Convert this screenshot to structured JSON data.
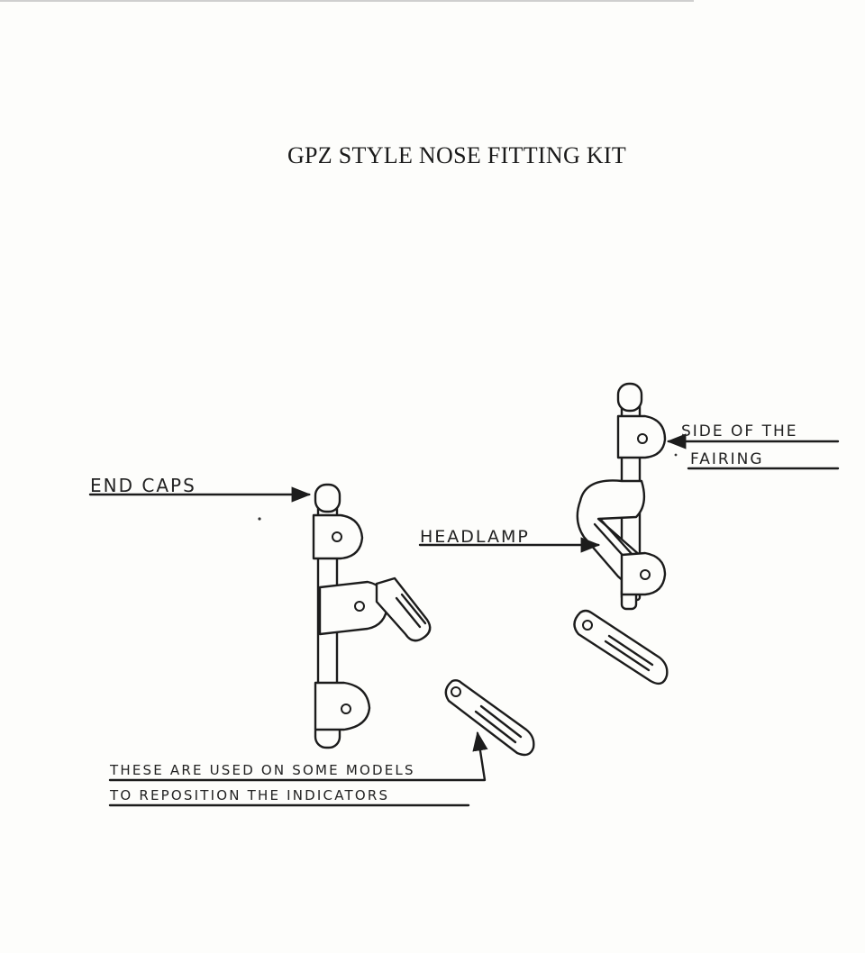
{
  "diagram": {
    "title": "GPZ STYLE NOSE FITTING KIT",
    "labels": {
      "end_caps": "END CAPS",
      "headlamp": "HEADLAMP",
      "side_of_the": "SIDE OF THE",
      "fairing": "FAIRING",
      "note_line1": "THESE ARE USED ON SOME MODELS",
      "note_line2": "TO REPOSITION THE INDICATORS"
    }
  }
}
